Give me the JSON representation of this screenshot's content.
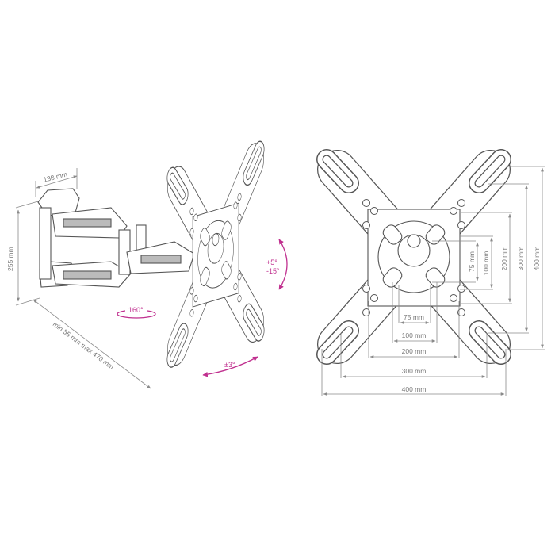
{
  "side_view": {
    "width_label": "138 mm",
    "height_label": "255 mm",
    "extension_label": "min 55 mm max 470 mm",
    "tilt_label_up": "+5°",
    "tilt_label_down": "-15°",
    "swivel_label": "160°",
    "rotation_label": "±3°"
  },
  "front_view": {
    "horizontal_dims": [
      "75 mm",
      "100 mm",
      "200 mm",
      "300 mm",
      "400 mm"
    ],
    "vertical_dims": [
      "75 mm",
      "100 mm",
      "200 mm",
      "300 mm",
      "400 mm"
    ]
  },
  "colors": {
    "accent": "#c0308f",
    "line": "#555555",
    "dimension": "#8a8a8a"
  }
}
